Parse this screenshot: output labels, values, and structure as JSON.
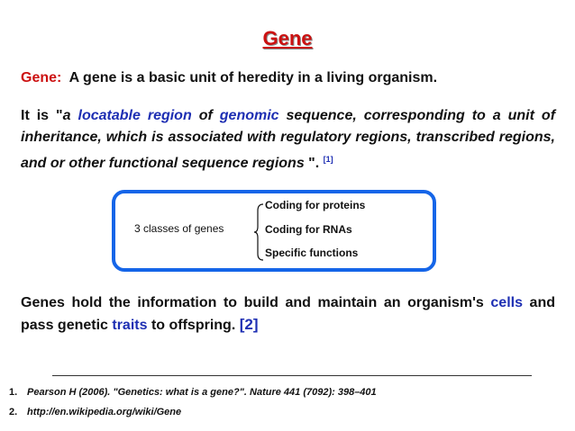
{
  "title": "Gene",
  "definition": {
    "label": "Gene:",
    "text": "A gene is a basic unit of heredity in a living organism."
  },
  "quote": {
    "p1": "It is \"",
    "p2": "a ",
    "link1": "locatable region",
    "p3": " of ",
    "link2": "genomic",
    "p4": " sequence, corresponding to a unit of inheritance, which is associated with regulatory regions, transcribed regions, and or other functional sequence regions ",
    "p5": "\".",
    "ref": "[1]"
  },
  "classes_box": {
    "label": "3 classes of genes",
    "items": [
      "Coding for proteins",
      "Coding for RNAs",
      "Specific functions"
    ]
  },
  "genes_text": {
    "p1": "Genes hold the information to build and maintain an organism's ",
    "link1": "cells",
    "p2": " and pass genetic ",
    "link2": "traits",
    "p3": " to offspring. ",
    "ref": "[2]"
  },
  "references": [
    {
      "num": "1.",
      "text": "Pearson H (2006). \"Genetics: what is a gene?\". Nature 441 (7092): 398–401"
    },
    {
      "num": "2.",
      "text": "http://en.wikipedia.org/wiki/Gene"
    }
  ],
  "colors": {
    "title": "#cc1111",
    "link": "#1e2fb3",
    "box_border": "#1565e8"
  }
}
